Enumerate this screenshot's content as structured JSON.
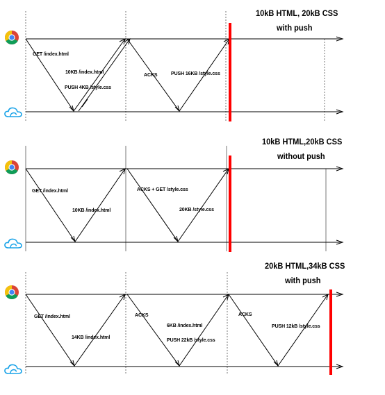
{
  "colors": {
    "line": "#000000",
    "dashed": "#555555",
    "marker": "#ff0000",
    "chrome_red": "#db4437",
    "chrome_yellow": "#f4c20d",
    "chrome_green": "#0f9d58",
    "chrome_blue": "#4285f4",
    "cloud_blue": "#1aa3e8"
  },
  "icons": {
    "client": "chrome-icon",
    "server": "cloud-icon"
  },
  "panels": [
    {
      "title_line1": "10kB HTML, 20kB CSS",
      "title_line2": "with push",
      "labels": {
        "get": "GET /index.html",
        "html": "10KB /index.html",
        "push": "PUSH 4KB /style.css",
        "acks": "ACKS",
        "push2": "PUSH 16KB /style.css"
      }
    },
    {
      "title_line1": "10kB HTML,20kB CSS",
      "title_line2": "without push",
      "labels": {
        "get": "GET /index.html",
        "html": "10KB /index.html",
        "acks_get": "ACKS + GET /style.css",
        "css": "20KB /style.css"
      }
    },
    {
      "title_line1": "20kB HTML,34kB CSS",
      "title_line2": "with push",
      "labels": {
        "get": "GET /index.html",
        "html": "14KB /index.html",
        "acks1": "ACKS",
        "html2": "6KB /index.html",
        "push1": "PUSH 22kB /style.css",
        "acks2": "ACKS",
        "push2": "PUSH 12kB /style.css"
      }
    }
  ]
}
